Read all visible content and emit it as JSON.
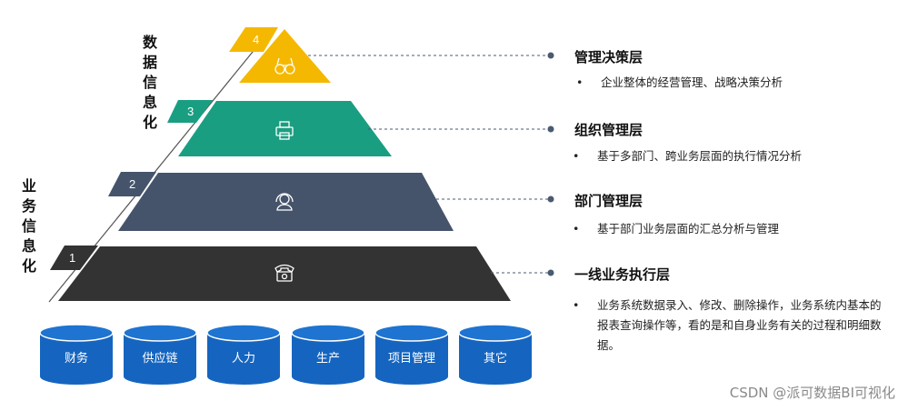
{
  "left_labels": {
    "top": "数据信息化",
    "bottom": "业务信息化"
  },
  "pyramid": {
    "levels": [
      {
        "number": "4",
        "color": "#F5B800",
        "icon": "binoculars-icon"
      },
      {
        "number": "3",
        "color": "#1A9E82",
        "icon": "printer-icon"
      },
      {
        "number": "2",
        "color": "#45546B",
        "icon": "headset-icon"
      },
      {
        "number": "1",
        "color": "#333333",
        "icon": "telephone-icon"
      }
    ]
  },
  "layers": [
    {
      "title": "管理决策层",
      "bullet": "•",
      "description": "企业整体的经营管理、战略决策分析"
    },
    {
      "title": "组织管理层",
      "bullet": "•",
      "description": "基于多部门、跨业务层面的执行情况分析"
    },
    {
      "title": "部门管理层",
      "bullet": "•",
      "description": "基于部门业务层面的汇总分析与管理"
    },
    {
      "title": "一线业务执行层",
      "bullet": "•",
      "description": "业务系统数据录入、修改、删除操作，业务系统内基本的报表查询操作等，看的是和自身业务有关的过程和明细数据。"
    }
  ],
  "systems": [
    "财务",
    "供应链",
    "人力",
    "生产",
    "项目管理",
    "其它"
  ],
  "colors": {
    "system": "#1565C0",
    "system_top": "#1E74D0",
    "connector": "#4A5A70"
  },
  "watermark": "CSDN @派可数据BI可视化"
}
